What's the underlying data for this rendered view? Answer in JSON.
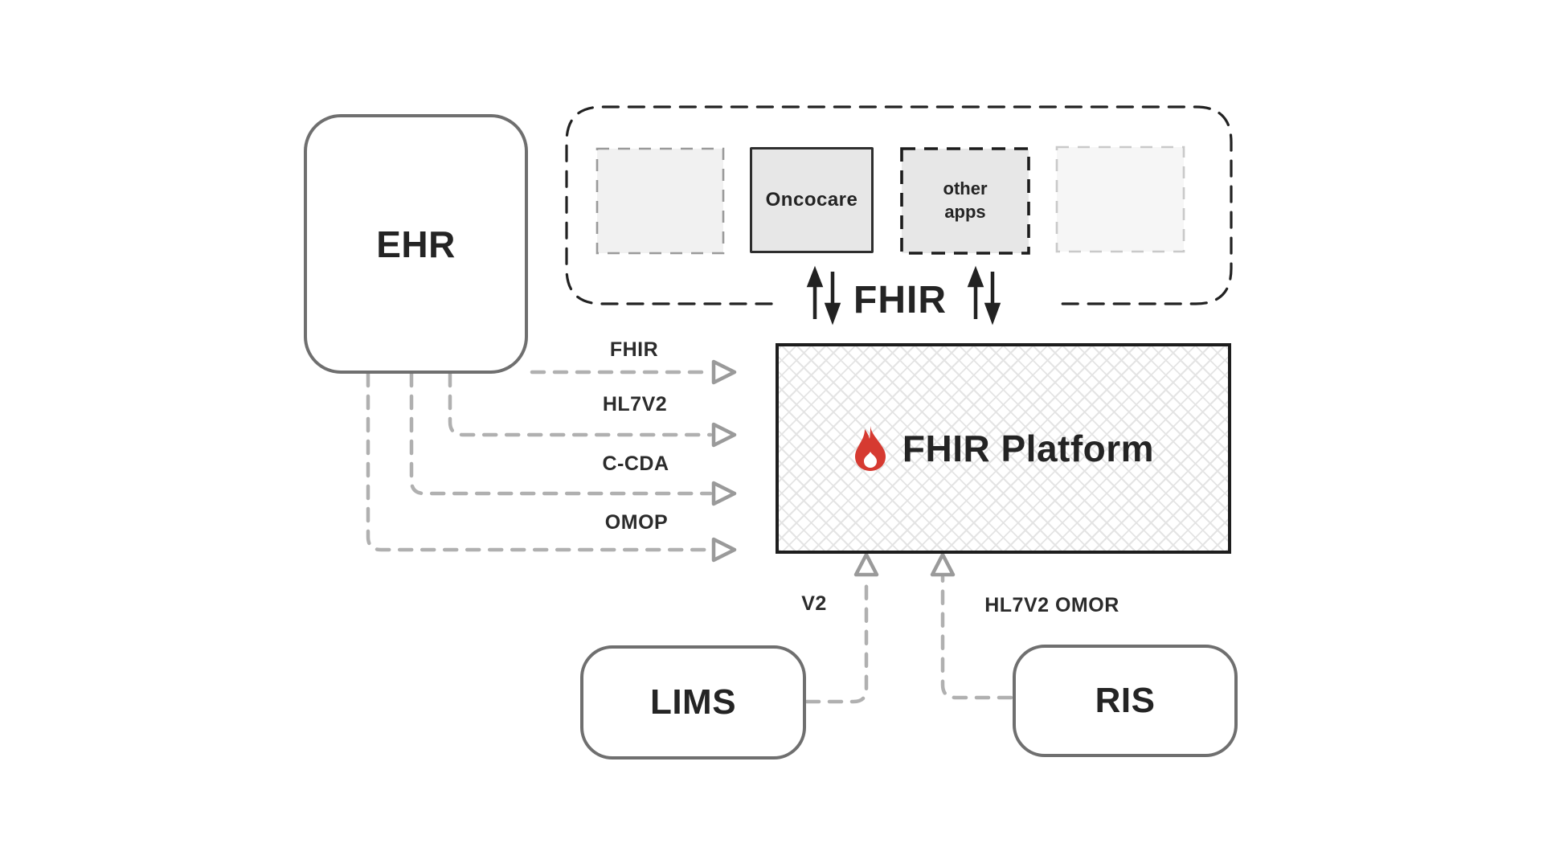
{
  "nodes": {
    "ehr": "EHR",
    "lims": "LIMS",
    "ris": "RIS",
    "platform": "FHIR Platform",
    "oncocare": "Oncocare",
    "other_apps": "other apps"
  },
  "apps_group": {
    "exchange_label": "FHIR"
  },
  "connector_labels": {
    "ehr_to_platform": [
      "FHIR",
      "HL7V2",
      "C-CDA",
      "OMOP"
    ],
    "lims_to_platform": "V2",
    "ris_to_platform": "HL7V2 OMOR"
  },
  "colors": {
    "flame_red": "#d63a31",
    "connector_gray": "#b0b0b0",
    "container_dash_dark": "#222222",
    "node_border_gray": "#6f6f6f",
    "text_dark": "#242424"
  }
}
